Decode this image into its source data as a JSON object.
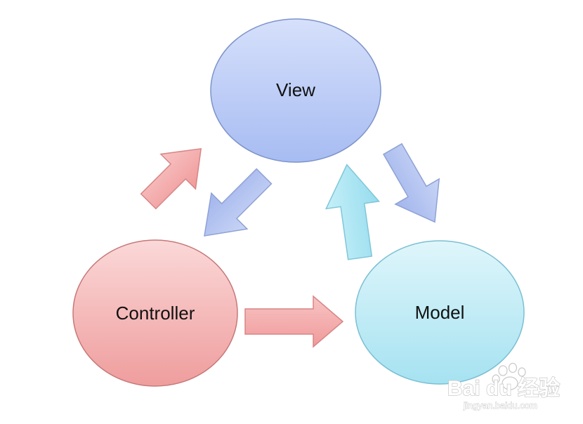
{
  "nodes": {
    "view": {
      "label": "View"
    },
    "controller": {
      "label": "Controller"
    },
    "model": {
      "label": "Model"
    }
  },
  "colors": {
    "view_fill_top": "#d6e0fb",
    "view_fill_bottom": "#a7bcf2",
    "view_stroke": "#7d93c9",
    "controller_fill_top": "#fbd8d8",
    "controller_fill_bottom": "#ef9d9d",
    "controller_stroke": "#c77878",
    "model_fill_top": "#dff6fb",
    "model_fill_bottom": "#a6e2f1",
    "model_stroke": "#7bbfd2",
    "arrow_red": "#f4a9a9",
    "arrow_blue": "#b4c4f1",
    "arrow_cyan": "#abe6f2"
  },
  "edges": [
    {
      "from": "controller",
      "to": "view",
      "color": "red"
    },
    {
      "from": "view",
      "to": "controller",
      "color": "blue"
    },
    {
      "from": "view",
      "to": "model",
      "color": "blue"
    },
    {
      "from": "model",
      "to": "view",
      "color": "cyan"
    },
    {
      "from": "controller",
      "to": "model",
      "color": "red"
    }
  ],
  "watermark": {
    "logo": "Bai du 经验",
    "url": "jingyan.baidu.com"
  }
}
